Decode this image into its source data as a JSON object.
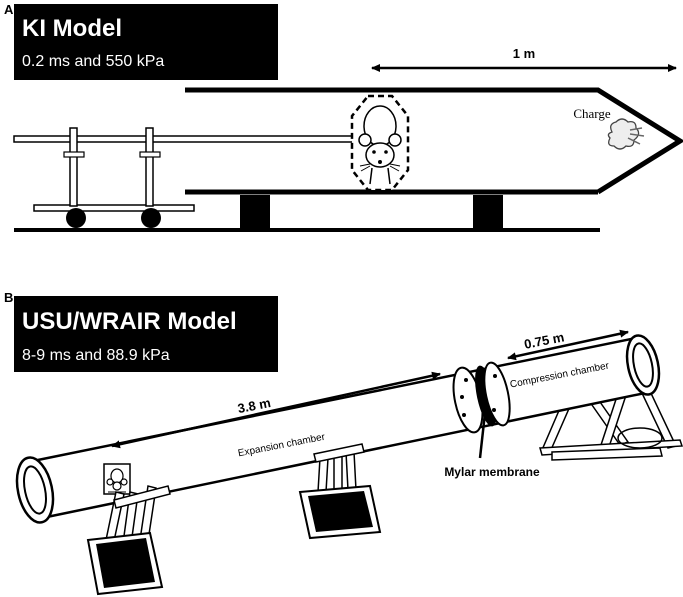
{
  "panel_a": {
    "letter": "A",
    "model_name": "KI Model",
    "params": "0.2 ms and 550 kPa",
    "length_label": "1 m",
    "charge_label": "Charge"
  },
  "panel_b": {
    "letter": "B",
    "model_name": "USU/WRAIR Model",
    "params": "8-9 ms and 88.9 kPa",
    "expansion_length": "3.8 m",
    "compression_length": "0.75 m",
    "expansion_label": "Expansion chamber",
    "compression_label": "Compression chamber",
    "membrane_label": "Mylar membrane"
  }
}
